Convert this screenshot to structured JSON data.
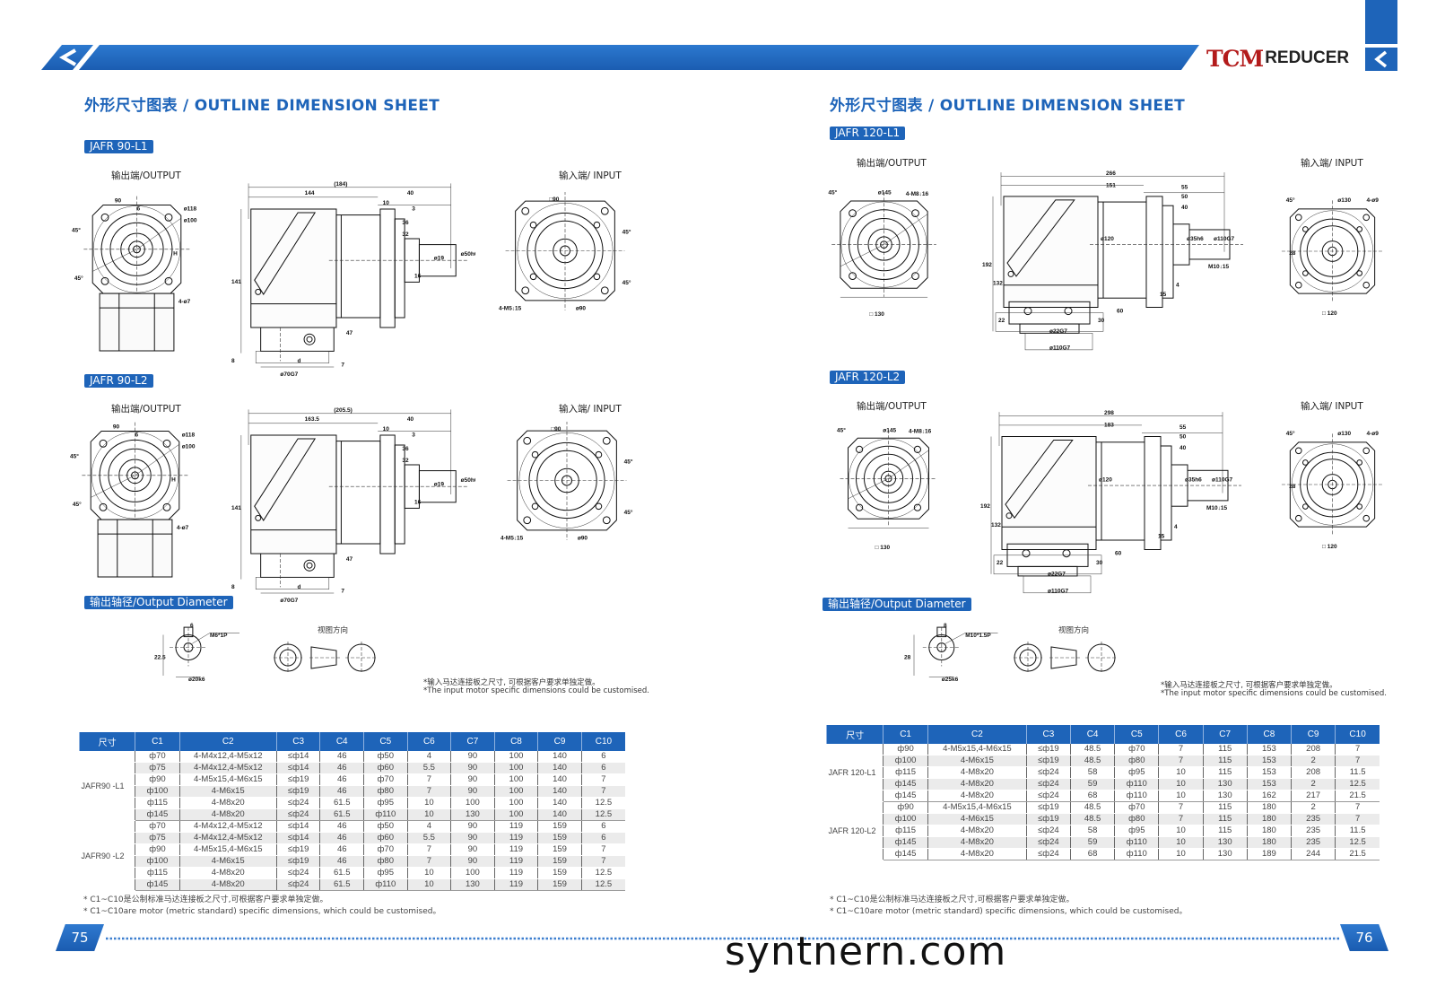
{
  "header": {
    "brand_logo": "TCM",
    "brand_text": "REDUCER",
    "accent_color": "#1e64b9"
  },
  "watermark": "syntnern.com",
  "pages": [
    {
      "title": "外形尺寸图表 / OUTLINE DIMENSION SHEET",
      "page_number": "75",
      "sections": [
        {
          "badge": "JAFR 90-L1",
          "output_label": "输出端/OUTPUT",
          "input_label": "输入端/ INPUT",
          "output_view": [
            "90",
            "6",
            "ø118",
            "ø100",
            "45°",
            "45°",
            "4-ø7",
            "H"
          ],
          "side_view": [
            "(184)",
            "144",
            "10",
            "40",
            "3",
            "36",
            "32",
            "ø19",
            "ø50h6",
            "16",
            "141",
            "8",
            "d",
            "ø70G7",
            "47",
            "7"
          ],
          "input_view": [
            "□90",
            "45°",
            "45°",
            "4-M5↓15",
            "ø90"
          ]
        },
        {
          "badge": "JAFR 90-L2",
          "output_label": "输出端/OUTPUT",
          "input_label": "输入端/ INPUT",
          "output_view": [
            "90",
            "6",
            "ø118",
            "ø100",
            "45°",
            "45°",
            "4-ø7",
            "H"
          ],
          "side_view": [
            "(205.5)",
            "163.5",
            "10",
            "40",
            "3",
            "36",
            "32",
            "ø19",
            "ø50h6",
            "16",
            "141",
            "8",
            "d",
            "ø70G7",
            "47",
            "7"
          ],
          "input_view": [
            "□90",
            "45°",
            "45°",
            "4-M5↓15",
            "ø90"
          ]
        }
      ],
      "output_diameter": {
        "badge": "输出轴径/Output Diameter",
        "shaft_labels": [
          "6",
          "M6*1P",
          "22.5",
          "ø20k6"
        ],
        "view_direction": "视图方向"
      },
      "note_cn": "*输入马达连接板之尺寸, 可根据客户要求单独定做。",
      "note_en": "*The input motor specific dimensions could be customised.",
      "table": {
        "headers": [
          "尺寸",
          "C1",
          "C2",
          "C3",
          "C4",
          "C5",
          "C6",
          "C7",
          "C8",
          "C9",
          "C10"
        ],
        "groups": [
          {
            "model": "JAFR90 -L1",
            "rows": [
              [
                "ф70",
                "4-M4x12,4-M5x12",
                "≤ф14",
                "46",
                "ф50",
                "4",
                "90",
                "100",
                "140",
                "6"
              ],
              [
                "ф75",
                "4-M4x12,4-M5x12",
                "≤ф14",
                "46",
                "ф60",
                "5.5",
                "90",
                "100",
                "140",
                "6"
              ],
              [
                "ф90",
                "4-M5x15,4-M6x15",
                "≤ф19",
                "46",
                "ф70",
                "7",
                "90",
                "100",
                "140",
                "7"
              ],
              [
                "ф100",
                "4-M6x15",
                "≤ф19",
                "46",
                "ф80",
                "7",
                "90",
                "100",
                "140",
                "7"
              ],
              [
                "ф115",
                "4-M8x20",
                "≤ф24",
                "61.5",
                "ф95",
                "10",
                "100",
                "100",
                "140",
                "12.5"
              ],
              [
                "ф145",
                "4-M8x20",
                "≤ф24",
                "61.5",
                "ф110",
                "10",
                "130",
                "100",
                "140",
                "12.5"
              ]
            ]
          },
          {
            "model": "JAFR90 -L2",
            "rows": [
              [
                "ф70",
                "4-M4x12,4-M5x12",
                "≤ф14",
                "46",
                "ф50",
                "4",
                "90",
                "119",
                "159",
                "6"
              ],
              [
                "ф75",
                "4-M4x12,4-M5x12",
                "≤ф14",
                "46",
                "ф60",
                "5.5",
                "90",
                "119",
                "159",
                "6"
              ],
              [
                "ф90",
                "4-M5x15,4-M6x15",
                "≤ф19",
                "46",
                "ф70",
                "7",
                "90",
                "119",
                "159",
                "7"
              ],
              [
                "ф100",
                "4-M6x15",
                "≤ф19",
                "46",
                "ф80",
                "7",
                "90",
                "119",
                "159",
                "7"
              ],
              [
                "ф115",
                "4-M8x20",
                "≤ф24",
                "61.5",
                "ф95",
                "10",
                "100",
                "119",
                "159",
                "12.5"
              ],
              [
                "ф145",
                "4-M8x20",
                "≤ф24",
                "61.5",
                "ф110",
                "10",
                "130",
                "119",
                "159",
                "12.5"
              ]
            ]
          }
        ]
      },
      "footnote_cn": "* C1~C10是公制标准马达连接板之尺寸,可根据客户要求单独定做。",
      "footnote_en": "* C1~C10are motor (metric standard) specific dimensions, which could be customised。"
    },
    {
      "title": "外形尺寸图表 / OUTLINE DIMENSION SHEET",
      "page_number": "76",
      "sections": [
        {
          "badge": "JAFR 120-L1",
          "output_label": "输出端/OUTPUT",
          "input_label": "输入端/ INPUT",
          "output_view": [
            "45°",
            "ø145",
            "4-M8↓16",
            "□ 130"
          ],
          "side_view": [
            "266",
            "151",
            "55",
            "50",
            "40",
            "ø120",
            "ø35h6",
            "ø110G7",
            "M10↓15",
            "15",
            "4",
            "192",
            "132",
            "22",
            "ø22G7",
            "30",
            "60",
            "ø110G7"
          ],
          "input_view": [
            "45°",
            "ø130",
            "4-ø9",
            "28",
            "□ 120"
          ]
        },
        {
          "badge": "JAFR 120-L2",
          "output_label": "输出端/OUTPUT",
          "input_label": "输入端/ INPUT",
          "output_view": [
            "45°",
            "ø145",
            "4-M8↓16",
            "□ 130"
          ],
          "side_view": [
            "298",
            "183",
            "55",
            "50",
            "40",
            "ø120",
            "ø35h6",
            "ø110G7",
            "M10↓15",
            "15",
            "4",
            "192",
            "132",
            "22",
            "ø22G7",
            "30",
            "60",
            "ø110G7"
          ],
          "input_view": [
            "45°",
            "ø130",
            "4-ø9",
            "28",
            "□ 120"
          ]
        }
      ],
      "output_diameter": {
        "badge": "输出轴径/Output Diameter",
        "shaft_labels": [
          "8",
          "M10*1.5P",
          "28",
          "ø25k6"
        ],
        "view_direction": "视图方向"
      },
      "note_cn": "*输入马达连接板之尺寸, 可根据客户要求单独定做。",
      "note_en": "*The input motor specific dimensions could be customised.",
      "table": {
        "headers": [
          "尺寸",
          "C1",
          "C2",
          "C3",
          "C4",
          "C5",
          "C6",
          "C7",
          "C8",
          "C9",
          "C10"
        ],
        "groups": [
          {
            "model": "JAFR 120-L1",
            "rows": [
              [
                "ф90",
                "4-M5x15,4-M6x15",
                "≤ф19",
                "48.5",
                "ф70",
                "7",
                "115",
                "153",
                "208",
                "7"
              ],
              [
                "ф100",
                "4-M6x15",
                "≤ф19",
                "48.5",
                "ф80",
                "7",
                "115",
                "153",
                "2",
                "7"
              ],
              [
                "ф115",
                "4-M8x20",
                "≤ф24",
                "58",
                "ф95",
                "10",
                "115",
                "153",
                "208",
                "11.5"
              ],
              [
                "ф145",
                "4-M8x20",
                "≤ф24",
                "59",
                "ф110",
                "10",
                "130",
                "153",
                "2",
                "12.5"
              ],
              [
                "ф145",
                "4-M8x20",
                "≤ф24",
                "68",
                "ф110",
                "10",
                "130",
                "162",
                "217",
                "21.5"
              ]
            ]
          },
          {
            "model": "JAFR 120-L2",
            "rows": [
              [
                "ф90",
                "4-M5x15,4-M6x15",
                "≤ф19",
                "48.5",
                "ф70",
                "7",
                "115",
                "180",
                "2",
                "7"
              ],
              [
                "ф100",
                "4-M6x15",
                "≤ф19",
                "48.5",
                "ф80",
                "7",
                "115",
                "180",
                "235",
                "7"
              ],
              [
                "ф115",
                "4-M8x20",
                "≤ф24",
                "58",
                "ф95",
                "10",
                "115",
                "180",
                "235",
                "11.5"
              ],
              [
                "ф145",
                "4-M8x20",
                "≤ф24",
                "59",
                "ф110",
                "10",
                "130",
                "180",
                "235",
                "12.5"
              ],
              [
                "ф145",
                "4-M8x20",
                "≤ф24",
                "68",
                "ф110",
                "10",
                "130",
                "189",
                "244",
                "21.5"
              ]
            ]
          }
        ]
      },
      "footnote_cn": "* C1~C10是公制标准马达连接板之尺寸,可根据客户要求单独定做。",
      "footnote_en": "* C1~C10are motor (metric standard) specific dimensions, which could be customised。"
    }
  ]
}
